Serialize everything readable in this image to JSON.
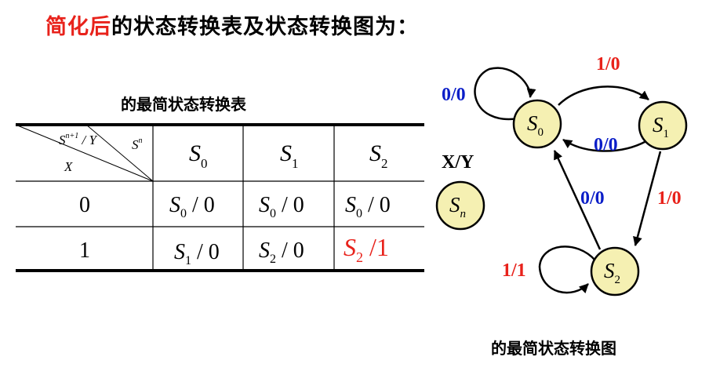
{
  "heading": {
    "highlight": "简化后",
    "rest": "的状态转换表及状态转换图为："
  },
  "table": {
    "caption": "的最简状态转换表",
    "corner": {
      "top": "S",
      "top_sup": "n+1",
      "top_tail": " / Y",
      "right": "S",
      "right_sup": "n",
      "left": "X"
    },
    "columns": [
      {
        "main": "S",
        "sub": "0"
      },
      {
        "main": "S",
        "sub": "1"
      },
      {
        "main": "S",
        "sub": "2"
      }
    ],
    "rows": [
      {
        "input": "0",
        "cells": [
          {
            "main": "S",
            "sub": "0",
            "out": " / 0",
            "highlight": false
          },
          {
            "main": "S",
            "sub": "0",
            "out": " / 0",
            "highlight": false
          },
          {
            "main": "S",
            "sub": "0",
            "out": " / 0",
            "highlight": false
          }
        ]
      },
      {
        "input": "1",
        "cells": [
          {
            "main": "S",
            "sub": "1",
            "out": " / 0",
            "highlight": false
          },
          {
            "main": "S",
            "sub": "2",
            "out": " / 0",
            "highlight": false
          },
          {
            "main": "S",
            "sub": "2",
            "out": " /1",
            "highlight": true
          }
        ]
      }
    ]
  },
  "legend": {
    "label": "X/Y",
    "state_main": "S",
    "state_sub": "n"
  },
  "diagram": {
    "caption": "的最简状态转换图",
    "states": [
      {
        "main": "S",
        "sub": "0"
      },
      {
        "main": "S",
        "sub": "1"
      },
      {
        "main": "S",
        "sub": "2"
      }
    ],
    "transitions": [
      {
        "label": "0/0",
        "color": "#0b1ec8",
        "desc": "S0 self-loop"
      },
      {
        "label": "1/0",
        "color": "#e8221b",
        "desc": "S0 to S1"
      },
      {
        "label": "0/0",
        "color": "#0b1ec8",
        "desc": "S1 to S0"
      },
      {
        "label": "1/0",
        "color": "#e8221b",
        "desc": "S1 to S2"
      },
      {
        "label": "0/0",
        "color": "#0b1ec8",
        "desc": "S2 to S0"
      },
      {
        "label": "1/1",
        "color": "#e8221b",
        "desc": "S2 self-loop"
      }
    ]
  },
  "colors": {
    "accent_red": "#e8221b",
    "label_blue": "#0b1ec8",
    "state_fill": "#f5f0b2"
  }
}
